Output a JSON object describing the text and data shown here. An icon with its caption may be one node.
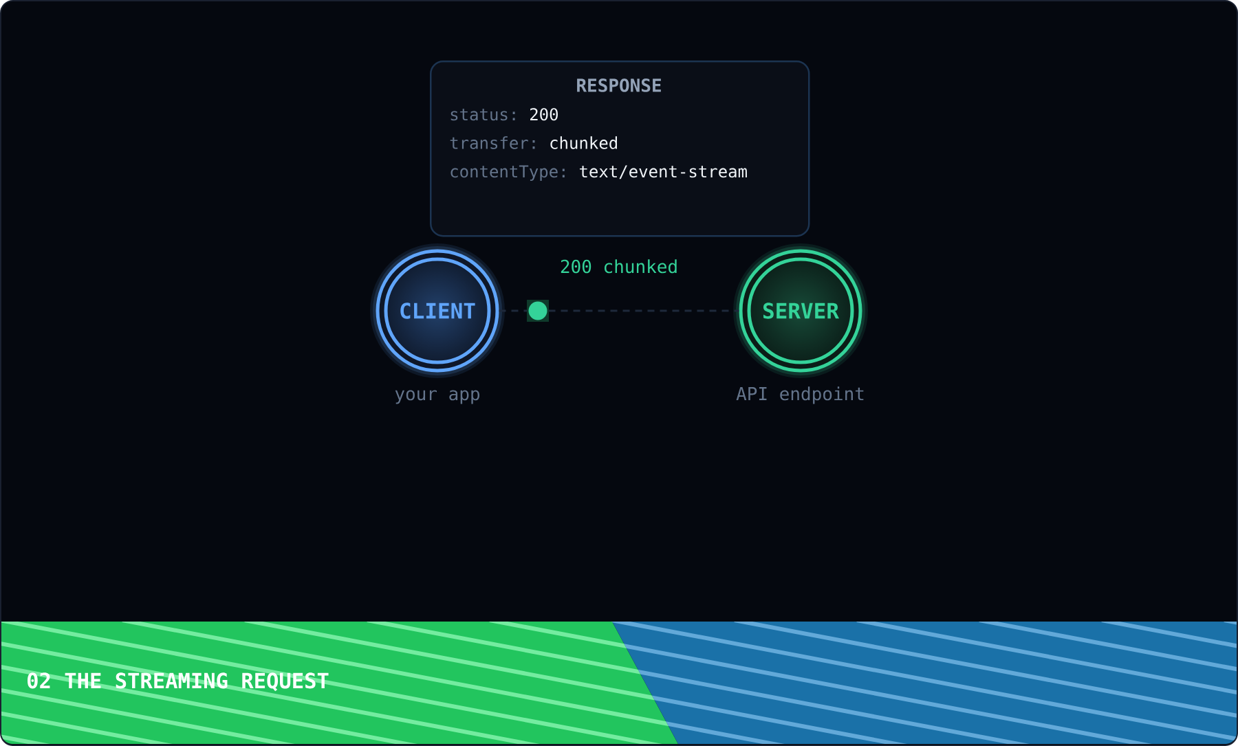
{
  "diagram": {
    "nodes": [
      {
        "text": [
          "RESPONSE",
          "status:",
          "200",
          "transfer:",
          "chunked",
          "contentType:",
          "text/event-stream"
        ]
      },
      {
        "text": [
          "CLIENT",
          "your app"
        ]
      },
      {
        "text": [
          "SERVER",
          "API endpoint"
        ]
      },
      {
        "text": [
          "02 THE STREAMING REQUEST"
        ]
      }
    ],
    "edges": [
      {
        "from": 1,
        "to": 2,
        "arrow": "none",
        "style": "dashed",
        "label": "200 chunked"
      }
    ]
  }
}
